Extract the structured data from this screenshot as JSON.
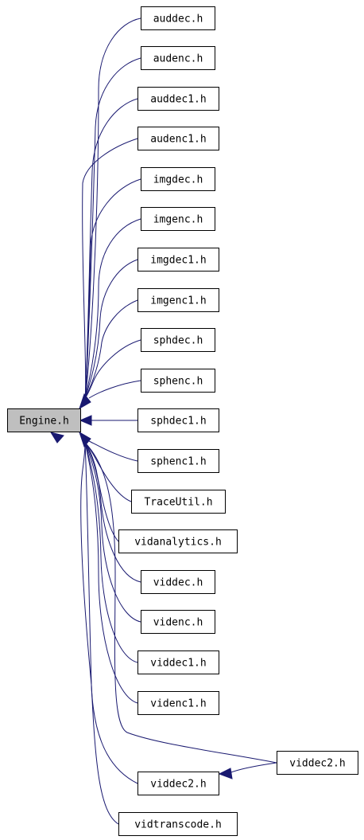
{
  "diagram": {
    "root": {
      "id": "engine",
      "label": "Engine.h"
    },
    "nodes": [
      {
        "id": "auddec",
        "label": "auddec.h"
      },
      {
        "id": "audenc",
        "label": "audenc.h"
      },
      {
        "id": "auddec1",
        "label": "auddec1.h"
      },
      {
        "id": "audenc1",
        "label": "audenc1.h"
      },
      {
        "id": "imgdec",
        "label": "imgdec.h"
      },
      {
        "id": "imgenc",
        "label": "imgenc.h"
      },
      {
        "id": "imgdec1",
        "label": "imgdec1.h"
      },
      {
        "id": "imgenc1",
        "label": "imgenc1.h"
      },
      {
        "id": "sphdec",
        "label": "sphdec.h"
      },
      {
        "id": "sphenc",
        "label": "sphenc.h"
      },
      {
        "id": "sphdec1",
        "label": "sphdec1.h"
      },
      {
        "id": "sphenc1",
        "label": "sphenc1.h"
      },
      {
        "id": "traceutil",
        "label": "TraceUtil.h"
      },
      {
        "id": "vidanalytics",
        "label": "vidanalytics.h"
      },
      {
        "id": "viddec",
        "label": "viddec.h"
      },
      {
        "id": "videnc",
        "label": "videnc.h"
      },
      {
        "id": "viddec1",
        "label": "viddec1.h"
      },
      {
        "id": "videnc1",
        "label": "videnc1.h"
      },
      {
        "id": "viddec2a",
        "label": "viddec2.h"
      },
      {
        "id": "viddec2",
        "label": "viddec2.h"
      },
      {
        "id": "vidtranscode",
        "label": "vidtranscode.h"
      }
    ],
    "edges": [
      {
        "from": "auddec",
        "to": "engine"
      },
      {
        "from": "audenc",
        "to": "engine"
      },
      {
        "from": "auddec1",
        "to": "engine"
      },
      {
        "from": "audenc1",
        "to": "engine"
      },
      {
        "from": "imgdec",
        "to": "engine"
      },
      {
        "from": "imgenc",
        "to": "engine"
      },
      {
        "from": "imgdec1",
        "to": "engine"
      },
      {
        "from": "imgenc1",
        "to": "engine"
      },
      {
        "from": "sphdec",
        "to": "engine"
      },
      {
        "from": "sphenc",
        "to": "engine"
      },
      {
        "from": "sphdec1",
        "to": "engine"
      },
      {
        "from": "sphenc1",
        "to": "engine"
      },
      {
        "from": "traceutil",
        "to": "engine"
      },
      {
        "from": "vidanalytics",
        "to": "engine"
      },
      {
        "from": "viddec",
        "to": "engine"
      },
      {
        "from": "videnc",
        "to": "engine"
      },
      {
        "from": "viddec1",
        "to": "engine"
      },
      {
        "from": "videnc1",
        "to": "engine"
      },
      {
        "from": "viddec2",
        "to": "engine"
      },
      {
        "from": "viddec2",
        "to": "viddec2a"
      },
      {
        "from": "viddec2a",
        "to": "engine"
      },
      {
        "from": "vidtranscode",
        "to": "engine"
      }
    ],
    "colors": {
      "edge": "#191970",
      "root_fill": "#bfbfbf",
      "node_fill": "#ffffff",
      "node_border": "#000000"
    }
  }
}
